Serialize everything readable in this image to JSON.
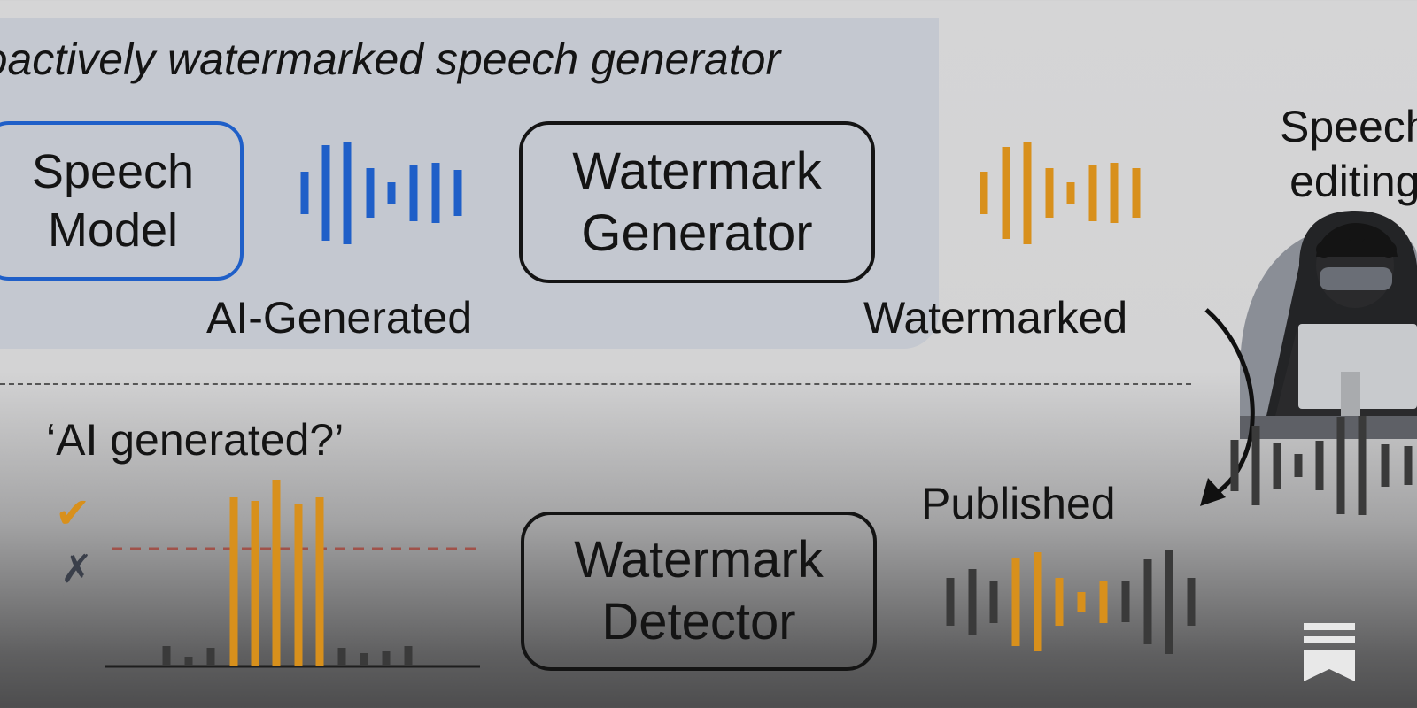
{
  "diagram": {
    "heading": "roactively watermarked speech generator",
    "speech_model_label": "Speech\nModel",
    "watermark_generator_label": "Watermark\nGenerator",
    "watermark_detector_label": "Watermark\nDetector",
    "ai_generated_label": "AI-Generated",
    "watermarked_label": "Watermarked",
    "published_label": "Published",
    "question_label": "‘AI generated?’",
    "speech_editing_label": "Speech\nediting"
  },
  "symbols": {
    "check": "✔",
    "cross": "✗"
  },
  "icons": [
    "check-icon",
    "cross-icon",
    "hacker-icon",
    "arrow-icon",
    "bookmark-icon"
  ],
  "colors": {
    "blue": "#1f5fc8",
    "orange": "#d8901c",
    "dark_gray": "#3a3a3a",
    "threshold_red": "#a0524a",
    "panel": "#c4c8d0"
  }
}
